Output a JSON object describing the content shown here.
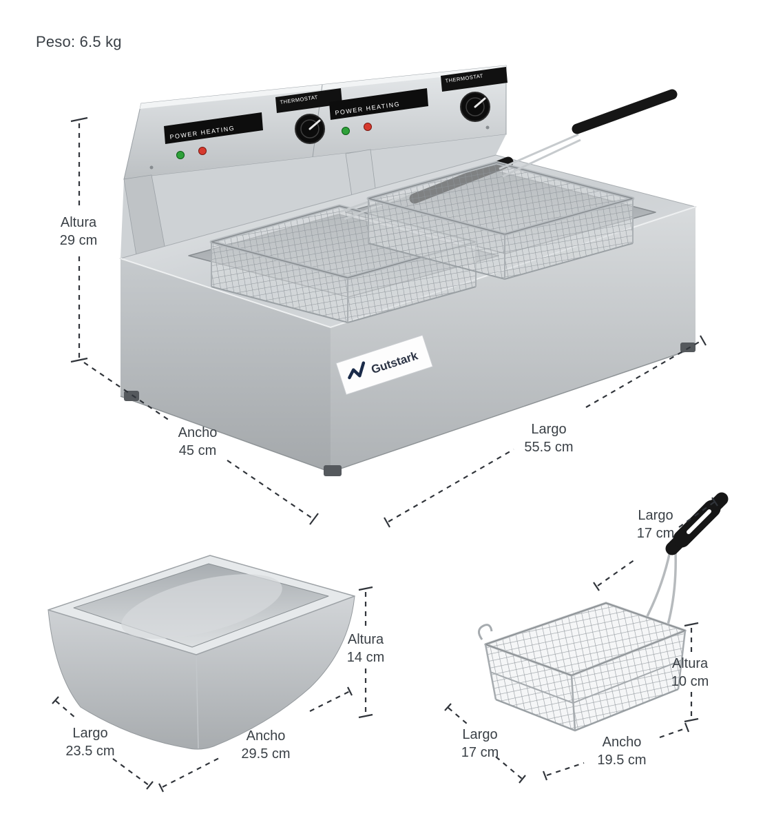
{
  "page": {
    "weight_label": "Peso: 6.5 kg"
  },
  "brand": {
    "name": "Gutstark"
  },
  "fryer": {
    "panel": {
      "power_heating": "POWER  HEATING",
      "thermostat": "THERMOSTAT"
    },
    "altura": {
      "label": "Altura",
      "value": "29 cm"
    },
    "ancho": {
      "label": "Ancho",
      "value": "45 cm"
    },
    "largo": {
      "label": "Largo",
      "value": "55.5 cm"
    }
  },
  "pan": {
    "altura": {
      "label": "Altura",
      "value": "14 cm"
    },
    "largo": {
      "label": "Largo",
      "value": "23.5 cm"
    },
    "ancho": {
      "label": "Ancho",
      "value": "29.5 cm"
    }
  },
  "basket": {
    "handle_largo": {
      "label": "Largo",
      "value": "17 cm"
    },
    "altura": {
      "label": "Altura",
      "value": "10 cm"
    },
    "largo": {
      "label": "Largo",
      "value": "17 cm"
    },
    "ancho": {
      "label": "Ancho",
      "value": "19.5 cm"
    }
  },
  "colors": {
    "steel": "#cdd1d4",
    "indicator_green": "#2fa13a",
    "indicator_red": "#d63a2e",
    "handle_black": "#161616",
    "dimension_text": "#3a4046",
    "logo_navy": "#1a2b49"
  }
}
